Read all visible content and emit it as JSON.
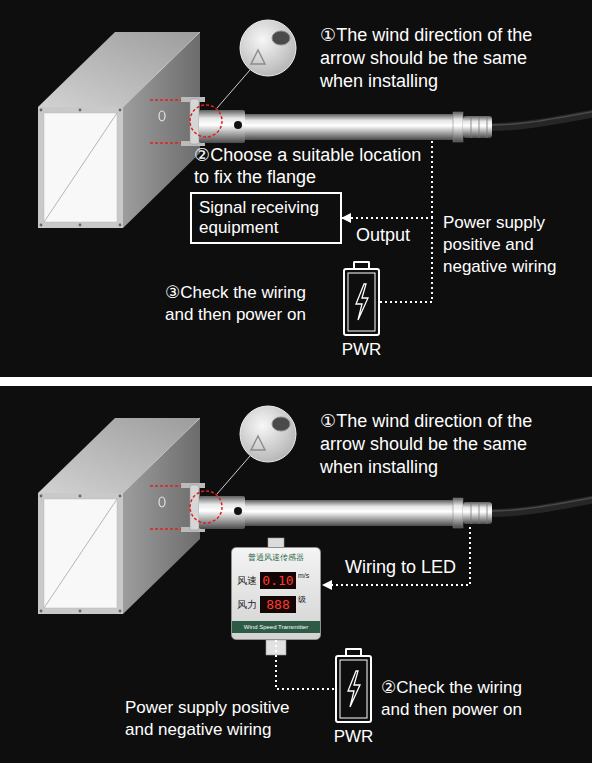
{
  "diagram": {
    "nodes": [
      {
        "text": [
          "Signal receiving equipment"
        ]
      },
      {
        "text": [
          "PWR"
        ]
      },
      {
        "text": [
          "普通风速传感器",
          "风速",
          "0.10",
          "m/s",
          "风力",
          "888",
          "级",
          "Wind Speed Transmitter"
        ]
      },
      {
        "text": [
          "PWR"
        ]
      }
    ],
    "edges": [
      {
        "from": 1,
        "to": 0,
        "arrow": "to"
      },
      {
        "from": 2,
        "to": 3,
        "arrow": "none"
      }
    ],
    "labels": [
      "①The wind direction of the arrow should be the same when installing",
      "②Choose a suitable location to fix the flange",
      "Output",
      "Power supply positive and negative wiring",
      "③Check the wiring and then power on",
      "①The wind direction of the arrow should be the same when installing",
      "Wiring to LED",
      "②Check the wiring and then power on",
      "Power supply positive and negative wiring"
    ]
  }
}
